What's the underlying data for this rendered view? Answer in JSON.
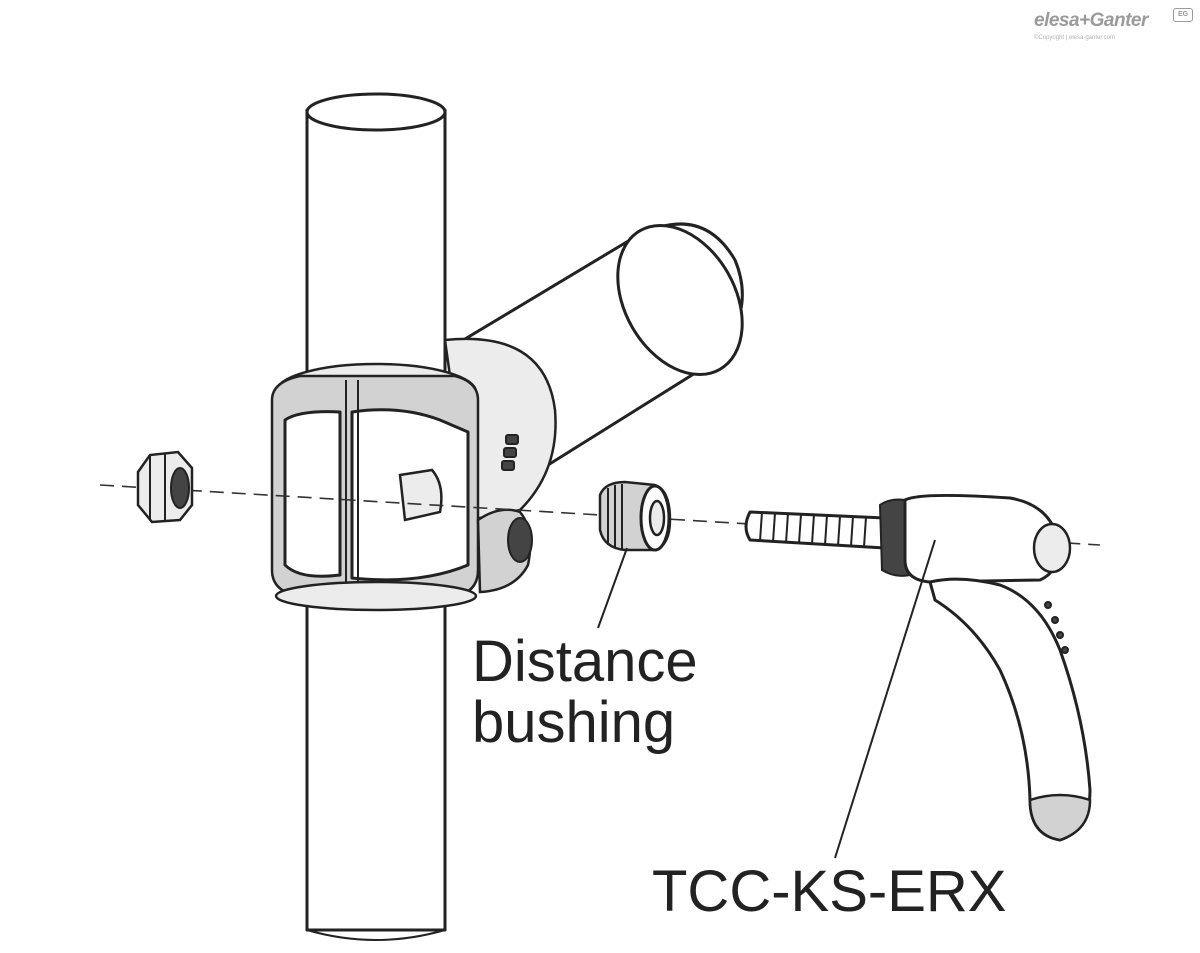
{
  "labels": {
    "bushing_line1": "Distance",
    "bushing_line2": "bushing",
    "part_code": "TCC-KS-ERX"
  },
  "brand": {
    "name": "elesa+Ganter",
    "copyright": "©Copyright | elesa-ganter.com",
    "badge": "EG"
  },
  "colors": {
    "line": "#222222",
    "shade": "#d2d2d2",
    "brand": "#9a9a9a"
  }
}
